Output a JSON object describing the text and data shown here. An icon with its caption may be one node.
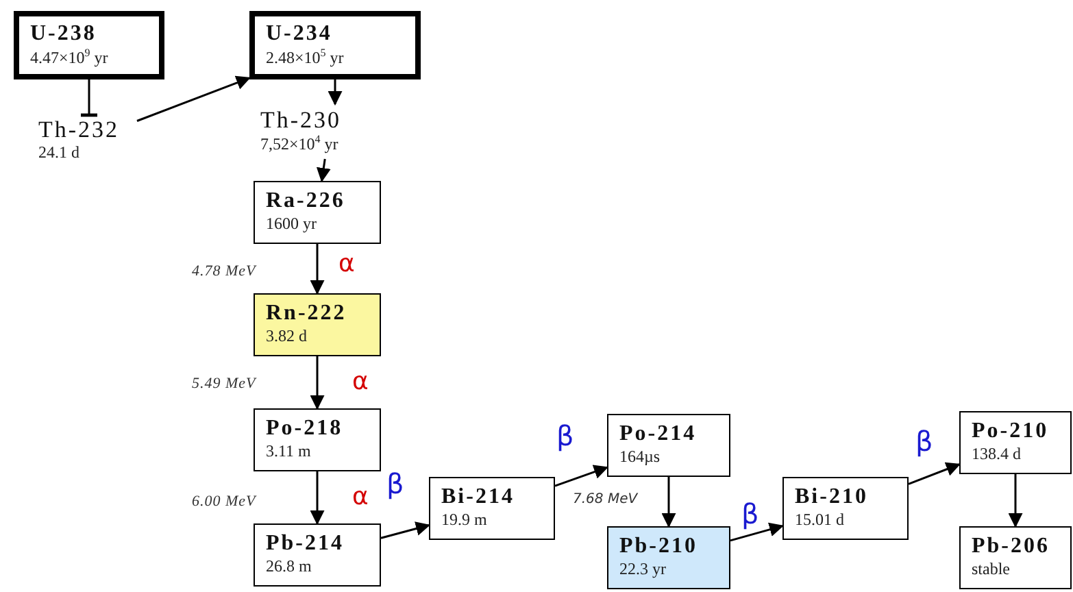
{
  "diagram": {
    "nodes": [
      {
        "text": [
          "U-238",
          "4.47×10$^{9}$ yr"
        ]
      },
      {
        "text": [
          "U-234",
          "2.48×10$^{5}$ yr"
        ]
      },
      {
        "text": [
          "Th-230",
          "7,52×10$^{4}$ yr"
        ]
      },
      {
        "text": [
          "Th-232",
          "24.1 d"
        ]
      },
      {
        "text": [
          "Ra-226",
          "1600 yr"
        ]
      },
      {
        "text": [
          "Rn-222",
          "3.82 d"
        ]
      },
      {
        "text": [
          "Po-218",
          "3.11 m"
        ]
      },
      {
        "text": [
          "Pb-214",
          "26.8 m"
        ]
      },
      {
        "text": [
          "Bi-214",
          "19.9 m"
        ]
      },
      {
        "text": [
          "Po-214",
          "164µs"
        ]
      },
      {
        "text": [
          "Pb-210",
          "22.3 yr"
        ]
      },
      {
        "text": [
          "Bi-210",
          "15.01 d"
        ]
      },
      {
        "text": [
          "Po-210",
          "138.4 d"
        ]
      },
      {
        "text": [
          "Pb-206",
          "stable"
        ]
      }
    ],
    "edges": [
      {
        "from": 0,
        "to": 3,
        "arrow": "other"
      },
      {
        "from": 3,
        "to": 1,
        "arrow": "to"
      },
      {
        "from": 1,
        "to": 2,
        "arrow": "to"
      },
      {
        "from": 2,
        "to": 4,
        "arrow": "to"
      },
      {
        "from": 4,
        "to": 5,
        "arrow": "to",
        "label": "α"
      },
      {
        "from": 5,
        "to": 6,
        "arrow": "to",
        "label": "α"
      },
      {
        "from": 6,
        "to": 7,
        "arrow": "to",
        "label": "α"
      },
      {
        "from": 7,
        "to": 8,
        "arrow": "to",
        "label": "β"
      },
      {
        "from": 8,
        "to": 9,
        "arrow": "to",
        "label": "β"
      },
      {
        "from": 9,
        "to": 10,
        "arrow": "to",
        "label": "7.68 MeV"
      },
      {
        "from": 10,
        "to": 11,
        "arrow": "to",
        "label": "β"
      },
      {
        "from": 11,
        "to": 12,
        "arrow": "to",
        "label": "β"
      },
      {
        "from": 12,
        "to": 13,
        "arrow": "to"
      }
    ],
    "labels": [
      "4.78 MeV",
      "5.49 MeV",
      "6.00 MeV"
    ]
  }
}
